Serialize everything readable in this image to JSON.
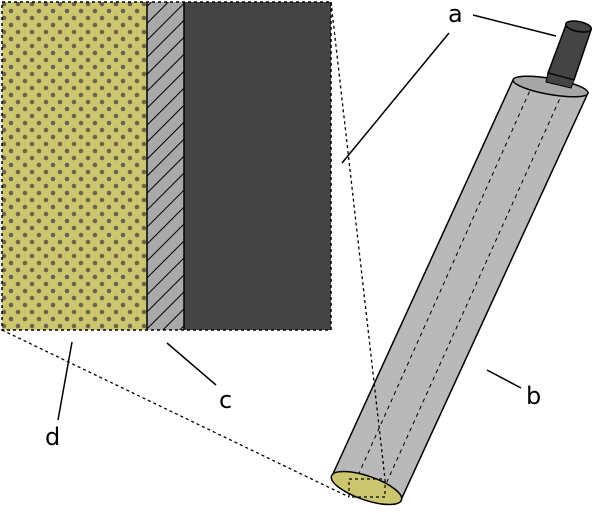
{
  "labels": {
    "a": "a",
    "b": "b",
    "c": "c",
    "d": "d"
  },
  "colors": {
    "background": "#ffffff",
    "layer_d_fill": "#cdc670",
    "layer_d_dots": "#6b6548",
    "layer_c_fill": "#a9a9a9",
    "layer_c_hatch": "#000000",
    "inner_core": "#444444",
    "tube_body": "#b9b9b9",
    "tube_top_cap": "#a6a6a6",
    "rod": "#444444",
    "tube_end_face": "#cdc670",
    "outline": "#000000"
  },
  "icons": {
    "inset": "magnified-cross-section-inset",
    "tube": "cylindrical-tube",
    "rod": "protruding-rod"
  }
}
